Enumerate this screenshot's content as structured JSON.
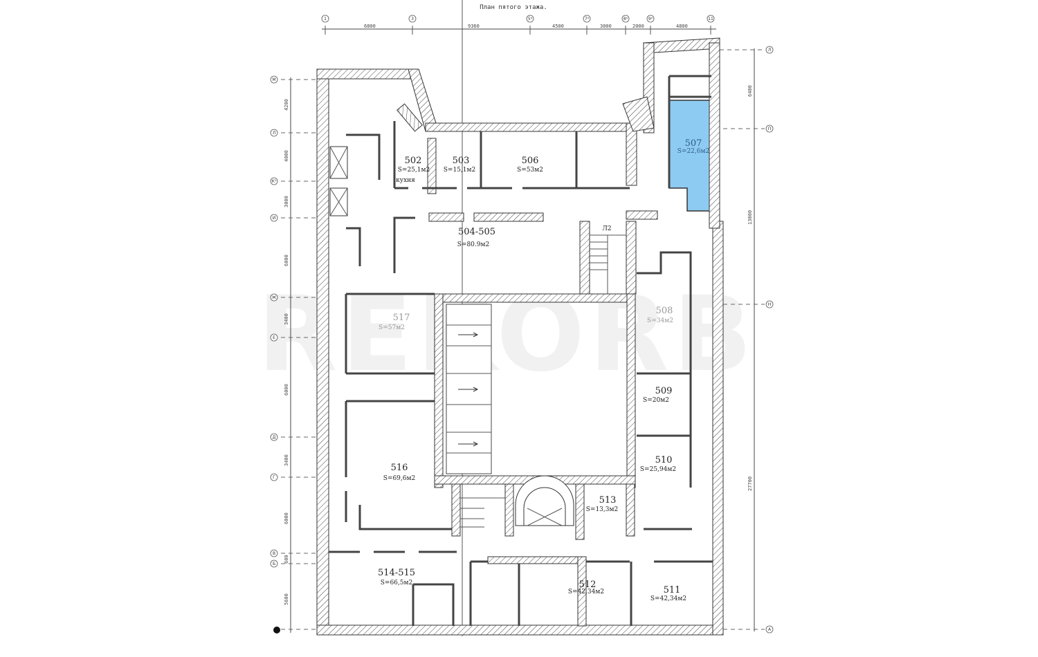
{
  "title": "План пятого этажа.",
  "watermark": "REKORB",
  "top_axes": [
    "1",
    "3",
    "5ᵃ",
    "7ᵃ",
    "8ᵃ",
    "9ᵃ",
    "11"
  ],
  "top_dims": [
    "6800",
    "9360",
    "4500",
    "3000",
    "2000",
    "4800"
  ],
  "left_axes": [
    "М",
    "Л",
    "К¹",
    "И",
    "Ж",
    "Е",
    "Д",
    "Г",
    "В",
    "Б"
  ],
  "left_dims": [
    "4200",
    "4000",
    "3000",
    "6000",
    "3400",
    "6000",
    "3400",
    "6000",
    "600",
    "5600"
  ],
  "right_axes": [
    "Л",
    "П",
    "Н",
    "А"
  ],
  "right_dims": [
    "6400",
    "13000",
    "27700"
  ],
  "stair_label": "Л2",
  "highlight_color": "#8ecbf2",
  "rooms": [
    {
      "number": "502",
      "area": "S=25,1м2",
      "note": "кухня"
    },
    {
      "number": "503",
      "area": "S=15,1м2"
    },
    {
      "number": "506",
      "area": "S=53м2"
    },
    {
      "number": "507",
      "area": "S=22,6м2"
    },
    {
      "number": "504-505",
      "area": "S=80.9м2"
    },
    {
      "number": "517",
      "area": "S=57м2"
    },
    {
      "number": "508",
      "area": "S=34м2"
    },
    {
      "number": "509",
      "area": "S=20м2"
    },
    {
      "number": "510",
      "area": "S=25,94м2"
    },
    {
      "number": "516",
      "area": "S=69,6м2"
    },
    {
      "number": "513",
      "area": "S=13,3м2"
    },
    {
      "number": "514-515",
      "area": "S=66,5м2"
    },
    {
      "number": "512",
      "area": "S=42,34м2"
    },
    {
      "number": "511",
      "area": "S=42,34м2"
    }
  ]
}
